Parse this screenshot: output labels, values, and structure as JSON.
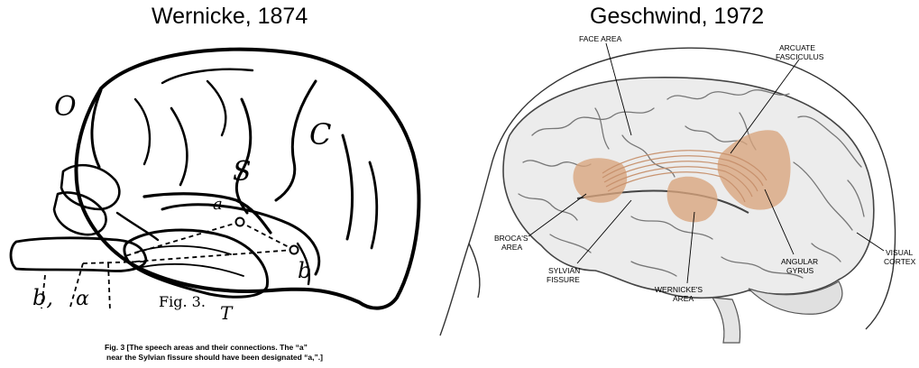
{
  "left_panel": {
    "title": "Wernicke, 1874",
    "letters": {
      "O": "O",
      "C": "C",
      "S": "S",
      "a": "a",
      "b": "b",
      "b1": "b,",
      "alpha": "α",
      "T": "T"
    },
    "fig_label": "Fig. 3.",
    "caption_lines": [
      "Fig. 3 [The speech areas and their connections. The “a”",
      "near the Sylvian fissure should have been designated “a,”.]"
    ]
  },
  "right_panel": {
    "title": "Geschwind, 1972",
    "labels": {
      "face_area": "FACE AREA",
      "arcuate_1": "ARCUATE",
      "arcuate_2": "FASCICULUS",
      "broca_1": "BROCA'S",
      "broca_2": "AREA",
      "sylvian_1": "SYLVIAN",
      "sylvian_2": "FISSURE",
      "wernicke_1": "WERNICKE'S",
      "wernicke_2": "AREA",
      "angular_1": "ANGULAR",
      "angular_2": "GYRUS",
      "visual_1": "VISUAL",
      "visual_2": "CORTEX"
    }
  },
  "colors": {
    "region_fill": "#d9a47c",
    "ink": "#000000"
  }
}
